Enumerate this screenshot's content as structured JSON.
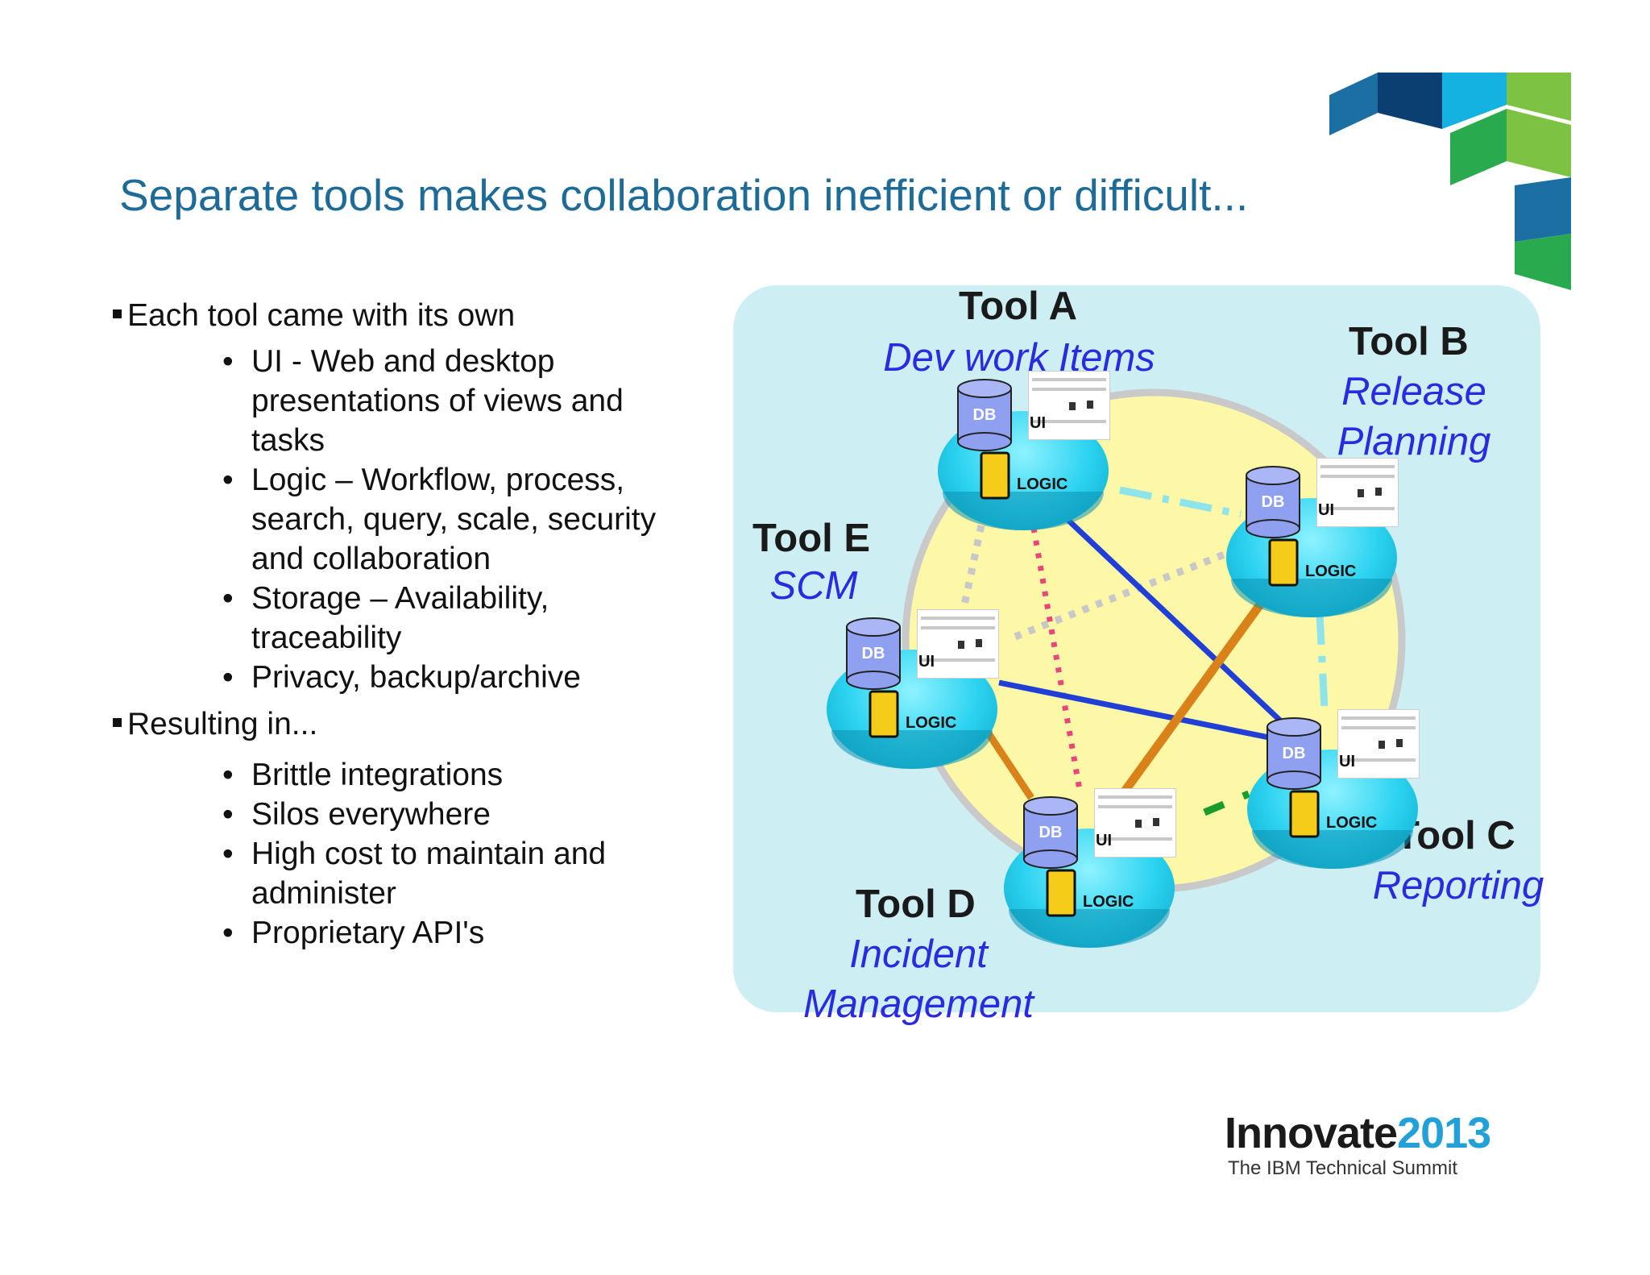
{
  "slide": {
    "title": "Separate tools makes collaboration inefficient or difficult..."
  },
  "bullets": {
    "section1": {
      "heading": "Each tool came with its own",
      "items": [
        "UI  - Web and desktop presentations of views and tasks",
        "Logic – Workflow, process, search, query, scale, security and collaboration",
        "Storage – Availability, traceability",
        "Privacy, backup/archive"
      ]
    },
    "section2": {
      "heading": "Resulting in...",
      "items": [
        "Brittle integrations",
        "Silos everywhere",
        "High cost to maintain and administer",
        "Proprietary API's"
      ]
    }
  },
  "diagram": {
    "tools": [
      {
        "name": "Tool A",
        "desc": "Dev work Items"
      },
      {
        "name": "Tool B",
        "desc": "Release Planning"
      },
      {
        "name": "Tool C",
        "desc": "Reporting"
      },
      {
        "name": "Tool D",
        "desc": "Incident Management"
      },
      {
        "name": "Tool E",
        "desc": "SCM"
      }
    ],
    "node_labels": {
      "db": "DB",
      "ui": "UI",
      "logic": "LOGIC"
    },
    "colors": {
      "panel": "#cdeef3",
      "ring": "#fdf7a8",
      "blue_link": "#1f3fd6",
      "orange_link": "#d9821a",
      "pink_link": "#e8457a",
      "gray_link": "#c8c8c8",
      "cyan_link": "#8fe3ea",
      "green_link": "#1a9c2a"
    }
  },
  "brand": {
    "name": "Innovate",
    "year": "2013",
    "tagline": "The IBM Technical Summit"
  }
}
